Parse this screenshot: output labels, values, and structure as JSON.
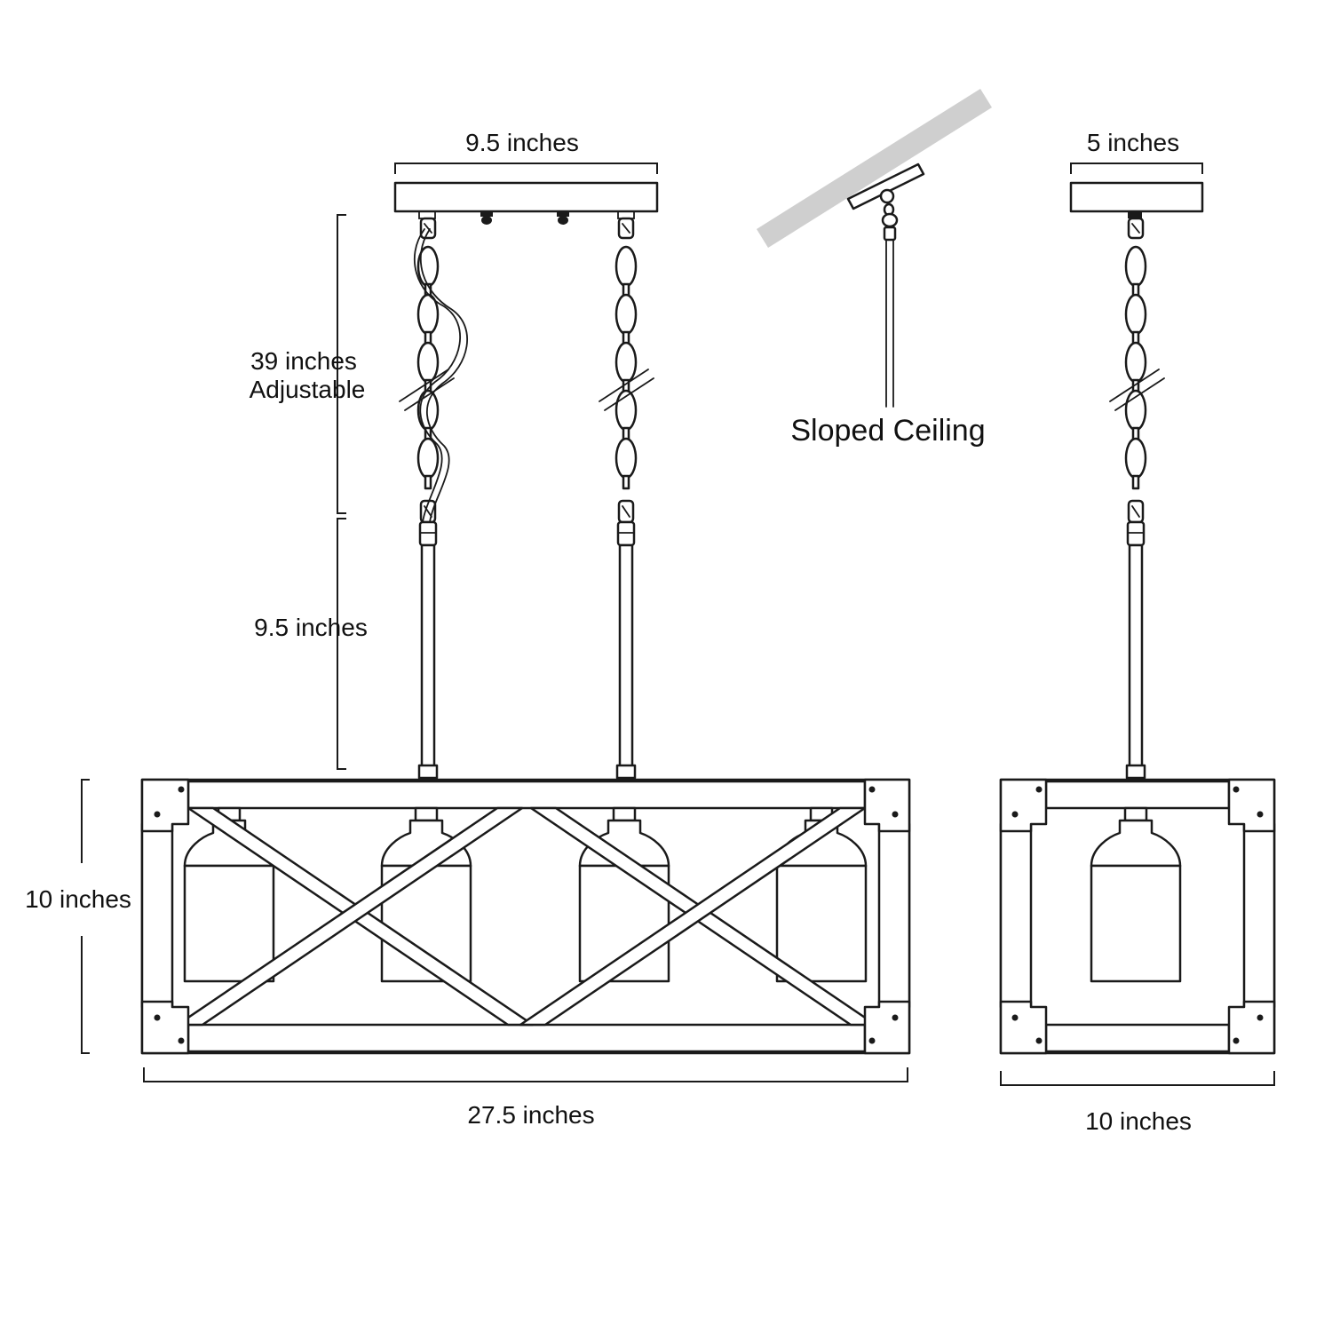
{
  "front_view": {
    "canopy_width_label": "9.5 inches",
    "chain_length_label": "39 inches",
    "chain_length_note": "Adjustable",
    "rod_length_label": "9.5 inches",
    "fixture_height_label": "10 inches",
    "fixture_length_label": "27.5 inches",
    "lamp_count": 4
  },
  "side_view": {
    "canopy_width_label": "5 inches",
    "fixture_width_label": "10 inches",
    "lamp_count": 1
  },
  "sloped_ceiling": {
    "label": "Sloped Ceiling"
  },
  "colors": {
    "line": "#1a1a1a",
    "ceiling": "#cfcfcf",
    "background": "#ffffff"
  }
}
